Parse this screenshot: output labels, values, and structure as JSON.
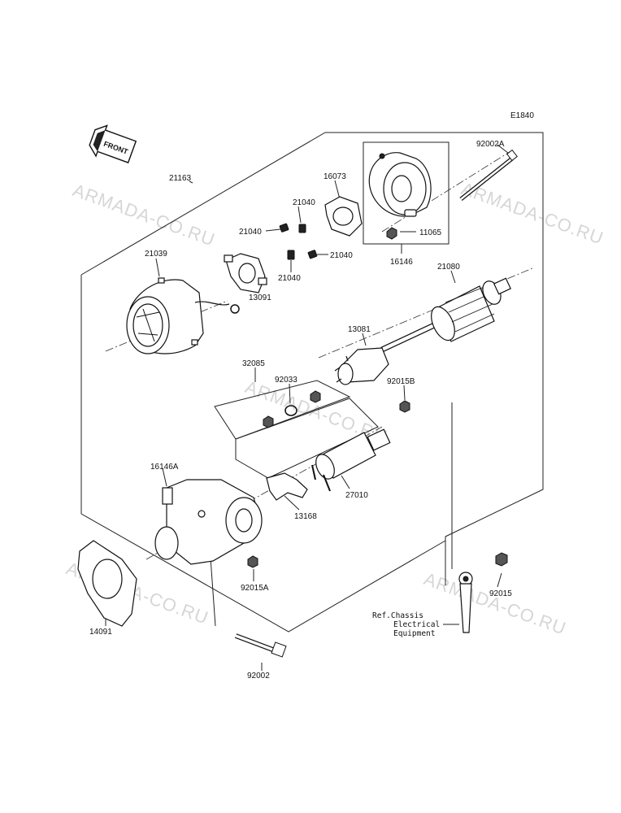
{
  "diagram_code": "E1840",
  "front_label": "FRONT",
  "watermark": "ARMADA-CO.RU",
  "reference_note": [
    "Ref.Chassis",
    "Electrical",
    "Equipment"
  ],
  "parts": {
    "p21163": "21163",
    "p16073": "16073",
    "p21040a": "21040",
    "p21040b": "21040",
    "p21040c": "21040",
    "p21040d": "21040",
    "p92002A": "92002A",
    "p11065": "11065",
    "p16146": "16146",
    "p21080": "21080",
    "p21039": "21039",
    "p13091": "13091",
    "p13081": "13081",
    "p32085": "32085",
    "p92033": "92033",
    "p92015B": "92015B",
    "p16146A": "16146A",
    "p27010": "27010",
    "p13168": "13168",
    "p92015A": "92015A",
    "p92015": "92015",
    "p14091": "14091",
    "p92002": "92002"
  }
}
